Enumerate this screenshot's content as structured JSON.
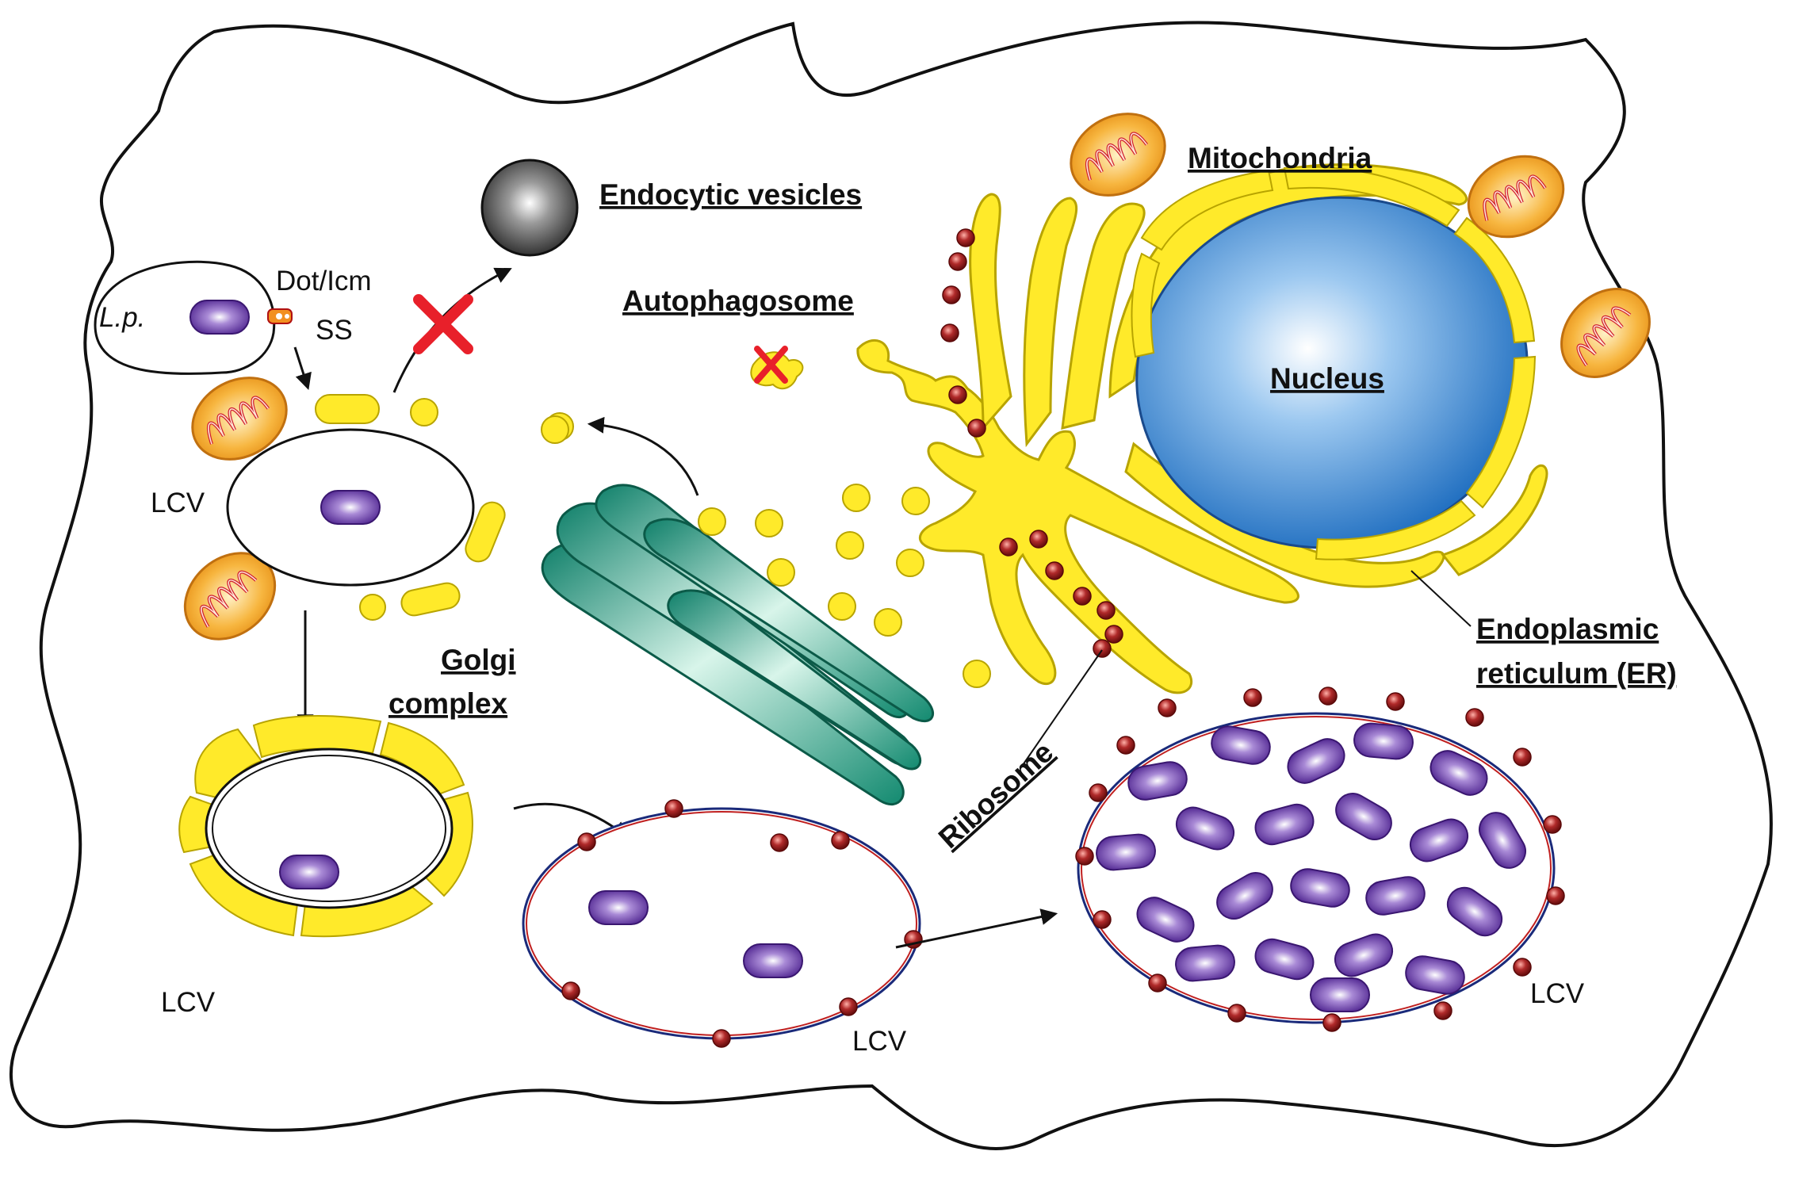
{
  "labels": {
    "lp": "L.p.",
    "dot_icm": "Dot/Icm",
    "ss": "SS",
    "lcv_1": "LCV",
    "lcv_2": "LCV",
    "lcv_3": "LCV",
    "lcv_4": "LCV",
    "endocytic_vesicles": "Endocytic vesicles",
    "autophagosome": "Autophagosome",
    "mitochondria": "Mitochondria",
    "nucleus": "Nucleus",
    "golgi_1": "Golgi",
    "golgi_2": "complex",
    "er_1": "Endoplasmic",
    "er_2": "reticulum (ER)",
    "ribosome": "Ribosome"
  },
  "colors": {
    "bacterium": "#5a2d9c",
    "er_yellow": "#ffea2a",
    "golgi_green": "#1a9a82",
    "nucleus_blue": "#2a7fd0",
    "mito_orange": "#f2a72a",
    "ribosome_red": "#a8202a",
    "block_red": "#e8202a"
  }
}
